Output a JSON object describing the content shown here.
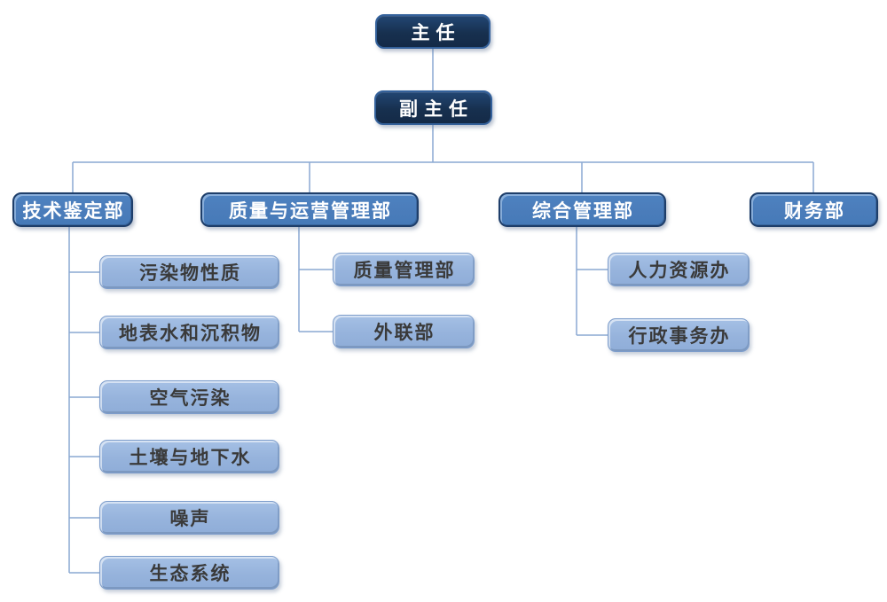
{
  "org_chart": {
    "type": "org-hierarchy",
    "root": {
      "label": "主任"
    },
    "deputy": {
      "label": "副主任"
    },
    "departments": [
      {
        "label": "技术鉴定部",
        "children": [
          {
            "label": "污染物性质"
          },
          {
            "label": "地表水和沉积物"
          },
          {
            "label": "空气污染"
          },
          {
            "label": "土壤与地下水"
          },
          {
            "label": "噪声"
          },
          {
            "label": "生态系统"
          }
        ]
      },
      {
        "label": "质量与运营管理部",
        "children": [
          {
            "label": "质量管理部"
          },
          {
            "label": "外联部"
          }
        ]
      },
      {
        "label": "综合管理部",
        "children": [
          {
            "label": "人力资源办"
          },
          {
            "label": "行政事务办"
          }
        ]
      },
      {
        "label": "财务部",
        "children": []
      }
    ],
    "colors": {
      "level1_fill": "#17304F",
      "level1_border": "#34619B",
      "level2_fill": "#4A7CBA",
      "level2_border": "#1E3E6A",
      "level3_fill": "#96B3DC",
      "level3_border": "#7D9DCB",
      "connector": "#8AA8D2",
      "text_on_blue": "#FFFFFF",
      "text_on_light": "#3A3A3A",
      "background": "#FFFFFF"
    }
  }
}
